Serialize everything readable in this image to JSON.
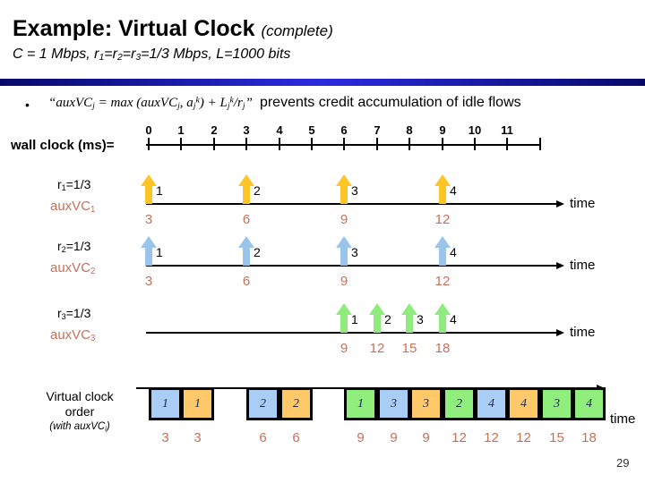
{
  "header": {
    "title": "Example: Virtual Clock",
    "title_note": "(complete)",
    "subtitle": [
      {
        "t": "C = 1 Mbps, r"
      },
      {
        "sub": "1"
      },
      {
        "t": "=r"
      },
      {
        "sub": "2"
      },
      {
        "t": "=r"
      },
      {
        "sub": "3"
      },
      {
        "t": "=1/3 Mbps, L=1000 bits"
      }
    ]
  },
  "bullet": {
    "formula": [
      {
        "t": "“auxVC"
      },
      {
        "sub": "j"
      },
      {
        "t": " = max (auxVC"
      },
      {
        "sub": "j"
      },
      {
        "t": ", a"
      },
      {
        "sub": "j"
      },
      {
        "sup": "k"
      },
      {
        "t": ") + L"
      },
      {
        "sub": "j"
      },
      {
        "sup": "k"
      },
      {
        "t": "/r"
      },
      {
        "sub": "j"
      },
      {
        "t": "”"
      }
    ],
    "text": "prevents credit accumulation of idle flows"
  },
  "timeline": {
    "label": "wall clock (ms)=",
    "tick_labels": [
      "0",
      "1",
      "2",
      "3",
      "4",
      "5",
      "6",
      "7",
      "8",
      "9",
      "10",
      "11"
    ]
  },
  "flows": [
    {
      "rate_label": [
        {
          "t": "r"
        },
        {
          "sub": "1"
        },
        {
          "t": "=1/3"
        }
      ],
      "aux_label": [
        {
          "t": "auxVC"
        },
        {
          "sub": "1"
        }
      ],
      "color": "#FFC425",
      "axis_label": "time",
      "arrivals": [
        {
          "time": 0,
          "packet": "1",
          "aux_vc": "3"
        },
        {
          "time": 3,
          "packet": "2",
          "aux_vc": "6"
        },
        {
          "time": 6,
          "packet": "3",
          "aux_vc": "9"
        },
        {
          "time": 9,
          "packet": "4",
          "aux_vc": "12"
        }
      ]
    },
    {
      "rate_label": [
        {
          "t": "r"
        },
        {
          "sub": "2"
        },
        {
          "t": "=1/3"
        }
      ],
      "aux_label": [
        {
          "t": "auxVC"
        },
        {
          "sub": "2"
        }
      ],
      "color": "#9AC4EC",
      "axis_label": "time",
      "arrivals": [
        {
          "time": 0,
          "packet": "1",
          "aux_vc": "3"
        },
        {
          "time": 3,
          "packet": "2",
          "aux_vc": "6"
        },
        {
          "time": 6,
          "packet": "3",
          "aux_vc": "9"
        },
        {
          "time": 9,
          "packet": "4",
          "aux_vc": "12"
        }
      ]
    },
    {
      "rate_label": [
        {
          "t": "r"
        },
        {
          "sub": "3"
        },
        {
          "t": "=1/3"
        }
      ],
      "aux_label": [
        {
          "t": "auxVC"
        },
        {
          "sub": "3"
        }
      ],
      "color": "#8FEB7D",
      "axis_label": "time",
      "arrivals": [
        {
          "time": 6,
          "packet": "1",
          "aux_vc": "9"
        },
        {
          "time": 7,
          "packet": "2",
          "aux_vc": "12"
        },
        {
          "time": 8,
          "packet": "3",
          "aux_vc": "15"
        },
        {
          "time": 9,
          "packet": "4",
          "aux_vc": "18"
        }
      ]
    }
  ],
  "schedule": {
    "label_line1": "Virtual clock",
    "label_line2": "order",
    "label_note": [
      {
        "t": "(with auxVC"
      },
      {
        "sub": "i"
      },
      {
        "t": ")"
      }
    ],
    "axis_label": "time",
    "colors": {
      "blue": "#A9CDF4",
      "orange": "#FFC869",
      "green": "#90EE7C"
    },
    "slots": [
      {
        "slot": 0,
        "flow_color": "blue",
        "packet": "1",
        "aux_vc": "3"
      },
      {
        "slot": 1,
        "flow_color": "orange",
        "packet": "1",
        "aux_vc": "3"
      },
      {
        "slot": 3,
        "flow_color": "blue",
        "packet": "2",
        "aux_vc": "6"
      },
      {
        "slot": 4,
        "flow_color": "orange",
        "packet": "2",
        "aux_vc": "6"
      },
      {
        "slot": 6,
        "flow_color": "green",
        "packet": "1",
        "aux_vc": "9"
      },
      {
        "slot": 7,
        "flow_color": "blue",
        "packet": "3",
        "aux_vc": "9"
      },
      {
        "slot": 8,
        "flow_color": "orange",
        "packet": "3",
        "aux_vc": "9"
      },
      {
        "slot": 9,
        "flow_color": "green",
        "packet": "2",
        "aux_vc": "12"
      },
      {
        "slot": 10,
        "flow_color": "blue",
        "packet": "4",
        "aux_vc": "12"
      },
      {
        "slot": 11,
        "flow_color": "orange",
        "packet": "4",
        "aux_vc": "12"
      },
      {
        "slot": 12,
        "flow_color": "green",
        "packet": "3",
        "aux_vc": "15"
      },
      {
        "slot": 13,
        "flow_color": "green",
        "packet": "4",
        "aux_vc": "18"
      }
    ]
  },
  "footer": {
    "page_number": "29"
  }
}
